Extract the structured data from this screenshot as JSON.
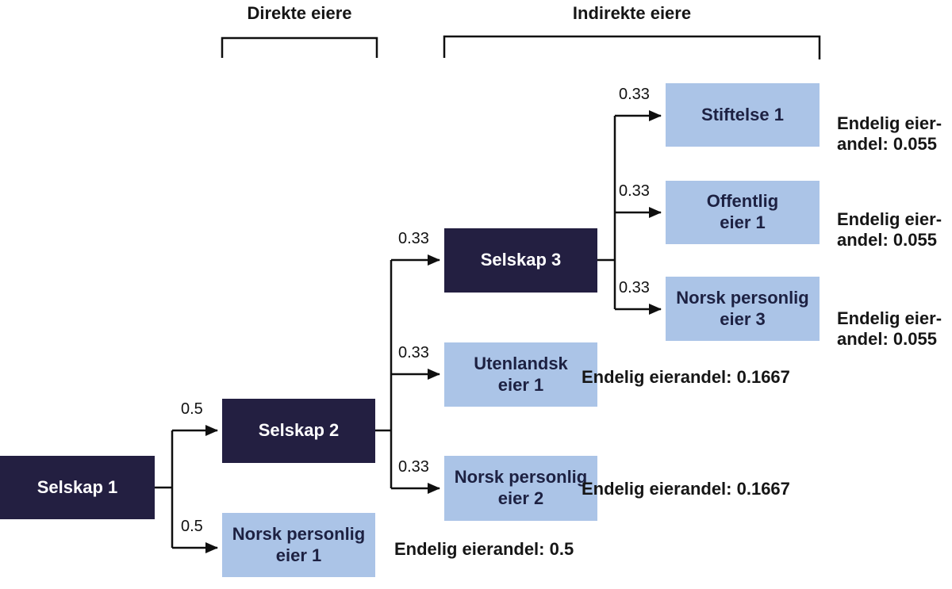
{
  "headers": {
    "direct": "Direkte eiere",
    "indirect": "Indirekte eiere"
  },
  "boxes": {
    "selskap1": "Selskap 1",
    "selskap2": "Selskap 2",
    "selskap3": "Selskap 3",
    "norsk_personlig_eier1": "Norsk personlig\neier 1",
    "norsk_personlig_eier2": "Norsk personlig\neier 2",
    "norsk_personlig_eier3": "Norsk personlig\neier 3",
    "utenlandsk_eier1": "Utenlandsk\neier 1",
    "stiftelse1": "Stiftelse 1",
    "offentlig_eier1": "Offentlig\neier 1"
  },
  "shares": {
    "selskap1_to_selskap2": "0.5",
    "selskap1_to_norsk_eier1": "0.5",
    "selskap2_to_selskap3": "0.33",
    "selskap2_to_utenlandsk_eier1": "0.33",
    "selskap2_to_norsk_eier2": "0.33",
    "selskap3_to_stiftelse1": "0.33",
    "selskap3_to_offentlig_eier1": "0.33",
    "selskap3_to_norsk_eier3": "0.33"
  },
  "final_shares": {
    "norsk_eier1": "Endelig eierandel: 0.5",
    "utenlandsk_eier1": "Endelig eierandel: 0.1667",
    "norsk_eier2": "Endelig eierandel: 0.1667",
    "stiftelse1": "Endelig eier-\nandel: 0.055",
    "offentlig_eier1": "Endelig eier-\nandel: 0.055",
    "norsk_eier3": "Endelig eier-\nandel: 0.055"
  },
  "colors": {
    "company_box": "#231f41",
    "company_text": "#ffffff",
    "owner_box": "#abc4e7",
    "owner_text": "#1d2142",
    "line": "#0f0f0f"
  }
}
